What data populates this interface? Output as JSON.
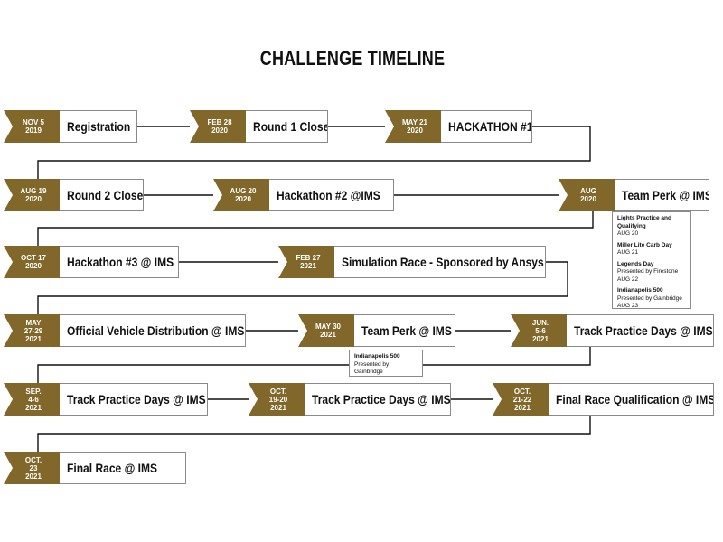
{
  "title": "CHALLENGE TIMELINE",
  "colors": {
    "date_bg": "#82672a",
    "line": "#111111",
    "border": "#8a8a8a"
  },
  "milestones": [
    {
      "date": [
        "NOV 5",
        "2019"
      ],
      "label": "Registration"
    },
    {
      "date": [
        "FEB 28",
        "2020"
      ],
      "label": "Round 1 Close"
    },
    {
      "date": [
        "MAY 21",
        "2020"
      ],
      "label": "HACKATHON #1"
    },
    {
      "date": [
        "AUG 19",
        "2020"
      ],
      "label": "Round 2 Close"
    },
    {
      "date": [
        "AUG 20",
        "2020"
      ],
      "label": "Hackathon #2 @IMS"
    },
    {
      "date": [
        "AUG",
        "2020"
      ],
      "label": "Team Perk @ IMS"
    },
    {
      "date": [
        "OCT 17",
        "2020"
      ],
      "label": "Hackathon #3 @ IMS"
    },
    {
      "date": [
        "FEB 27",
        "2021"
      ],
      "label": "Simulation Race - Sponsored by Ansys"
    },
    {
      "date": [
        "MAY",
        "27-29",
        "2021"
      ],
      "label": "Official Vehicle Distribution @ IMS"
    },
    {
      "date": [
        "MAY 30",
        "2021"
      ],
      "label": "Team Perk @ IMS"
    },
    {
      "date": [
        "JUN.",
        "5-6",
        "2021"
      ],
      "label": "Track Practice Days @ IMS"
    },
    {
      "date": [
        "SEP.",
        "4-6",
        "2021"
      ],
      "label": "Track Practice Days @ IMS"
    },
    {
      "date": [
        "OCT.",
        "19-20",
        "2021"
      ],
      "label": "Track Practice Days @ IMS"
    },
    {
      "date": [
        "OCT.",
        "21-22",
        "2021"
      ],
      "label": "Final Race Qualification @ IMS"
    },
    {
      "date": [
        "OCT.",
        "23",
        "2021"
      ],
      "label": "Final Race @ IMS"
    }
  ],
  "notes": {
    "team_perk_2020": [
      {
        "title": "Lights Practice and Qualifying",
        "lines": [
          "AUG 20"
        ]
      },
      {
        "title": "Miller Lite Carb Day",
        "lines": [
          "AUG 21"
        ]
      },
      {
        "title": "Legends Day",
        "lines": [
          "Presented by Firestone",
          "AUG 22"
        ]
      },
      {
        "title": "Indianapolis 500",
        "lines": [
          "Presented by Gainbridge",
          "AUG 23"
        ]
      }
    ],
    "team_perk_2021": [
      {
        "title": "Indianapolis 500",
        "lines": [
          "Presented by Gainbridge"
        ]
      }
    ]
  }
}
